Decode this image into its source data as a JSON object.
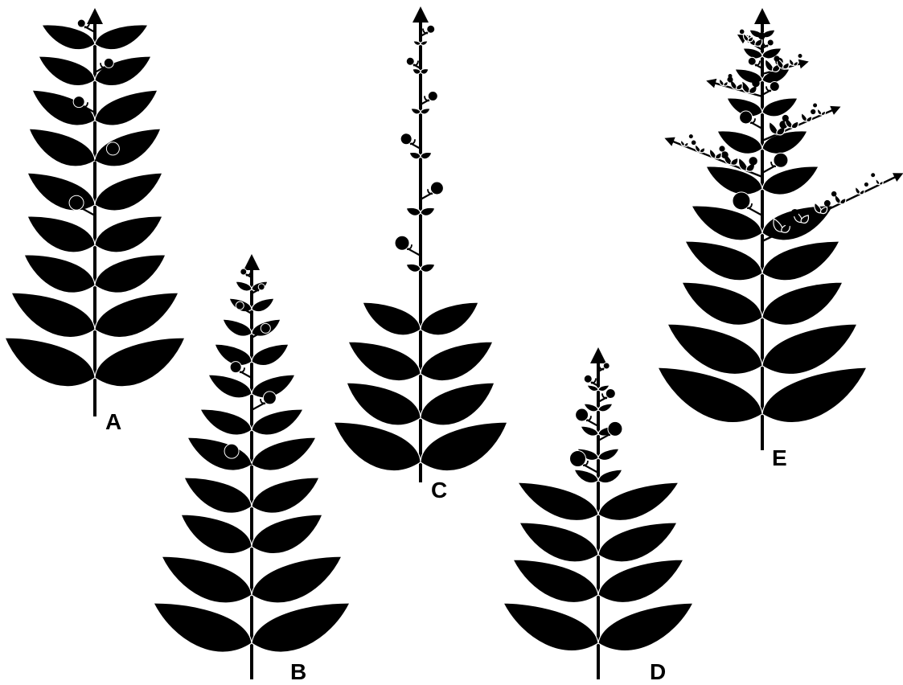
{
  "figure": {
    "colors": {
      "ink": "#000000",
      "paper": "#ffffff"
    },
    "plants": [
      {
        "id": "A",
        "label": "A"
      },
      {
        "id": "B",
        "label": "B"
      },
      {
        "id": "C",
        "label": "C"
      },
      {
        "id": "D",
        "label": "D"
      },
      {
        "id": "E",
        "label": "E"
      }
    ]
  }
}
